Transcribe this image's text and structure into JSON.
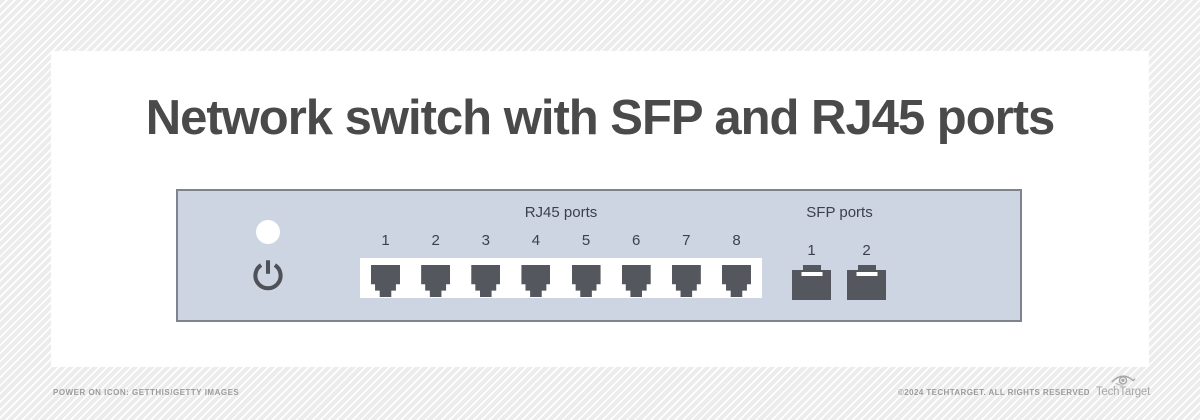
{
  "title": "Network switch with SFP and RJ45 ports",
  "diagram": {
    "rj45": {
      "label": "RJ45 ports",
      "port_numbers": [
        "1",
        "2",
        "3",
        "4",
        "5",
        "6",
        "7",
        "8"
      ]
    },
    "sfp": {
      "label": "SFP ports",
      "port_numbers": [
        "1",
        "2"
      ]
    }
  },
  "footer": {
    "credit": "POWER ON ICON: GETTHIS/GETTY IMAGES",
    "copyright": "©2024 TECHTARGET. ALL RIGHTS RESERVED",
    "brand": "TechTarget"
  },
  "colors": {
    "switch_body": "#cdd5e2",
    "switch_border": "#7e838d",
    "port_dark": "#54575d",
    "label_text": "#3b414b",
    "title_text": "#4a4a4a",
    "footer_text": "#9c9c9c"
  }
}
